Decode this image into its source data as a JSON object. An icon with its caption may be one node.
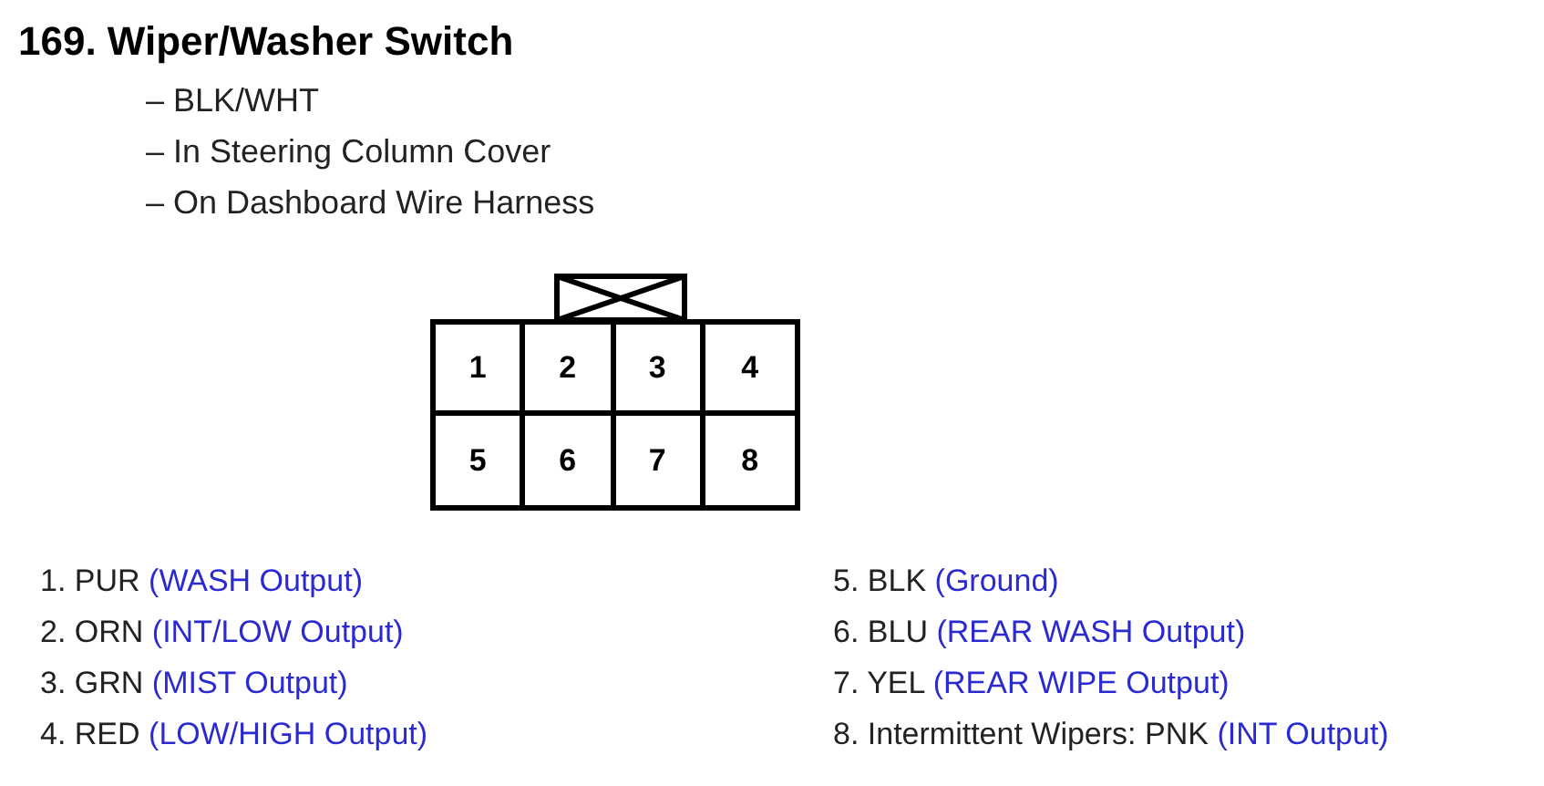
{
  "diagram": {
    "title": "169. Wiper/Washer Switch",
    "nodes": [
      {
        "text": [
          "1"
        ]
      },
      {
        "text": [
          "2"
        ]
      },
      {
        "text": [
          "3"
        ]
      },
      {
        "text": [
          "4"
        ]
      },
      {
        "text": [
          "5"
        ]
      },
      {
        "text": [
          "6"
        ]
      },
      {
        "text": [
          "7"
        ]
      },
      {
        "text": [
          "8"
        ]
      }
    ],
    "labels": [
      "– BLK/WHT",
      "– In Steering Column Cover",
      "– On Dashboard Wire Harness",
      "1. PUR",
      "(WASH Output)",
      "5. BLK",
      "(Ground)",
      "2. ORN",
      "(INT/LOW Output)",
      "6. BLU",
      "(REAR WASH Output)",
      "3. GRN",
      "(MIST Output)",
      "7. YEL",
      "(REAR WIPE Output)",
      "4. RED",
      "(LOW/HIGH Output)",
      "8. Intermittent Wipers: PNK",
      "(INT Output)"
    ]
  }
}
